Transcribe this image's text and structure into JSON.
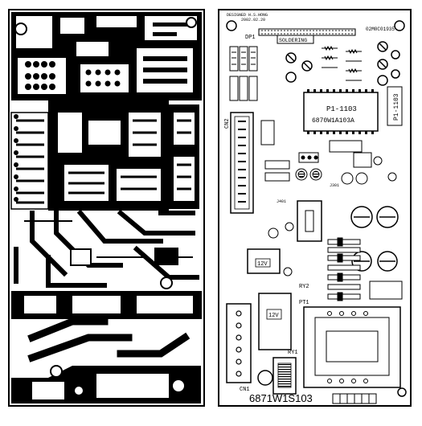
{
  "left_board": {
    "label": "copper trace layer (bottom side)"
  },
  "right_board": {
    "header_left": "DESIGNED H.S.HONG",
    "header_left2": "2002.02.20",
    "header_right": "02M0C01935",
    "dp1": "DP1",
    "soldering": "SOLDERING",
    "ic_model": "P1-1103",
    "ic_part": "6870W1A103A",
    "side_tag": "P1-1103",
    "cn2": "CN2",
    "jp_a": "J301",
    "jp_b": "J401",
    "relay_a": "12V",
    "relay_b": "12V",
    "ry2": "RY2",
    "ry1": "RY1",
    "pt1": "PT1",
    "cn1": "CN1",
    "part_number": "6871W1S103"
  }
}
